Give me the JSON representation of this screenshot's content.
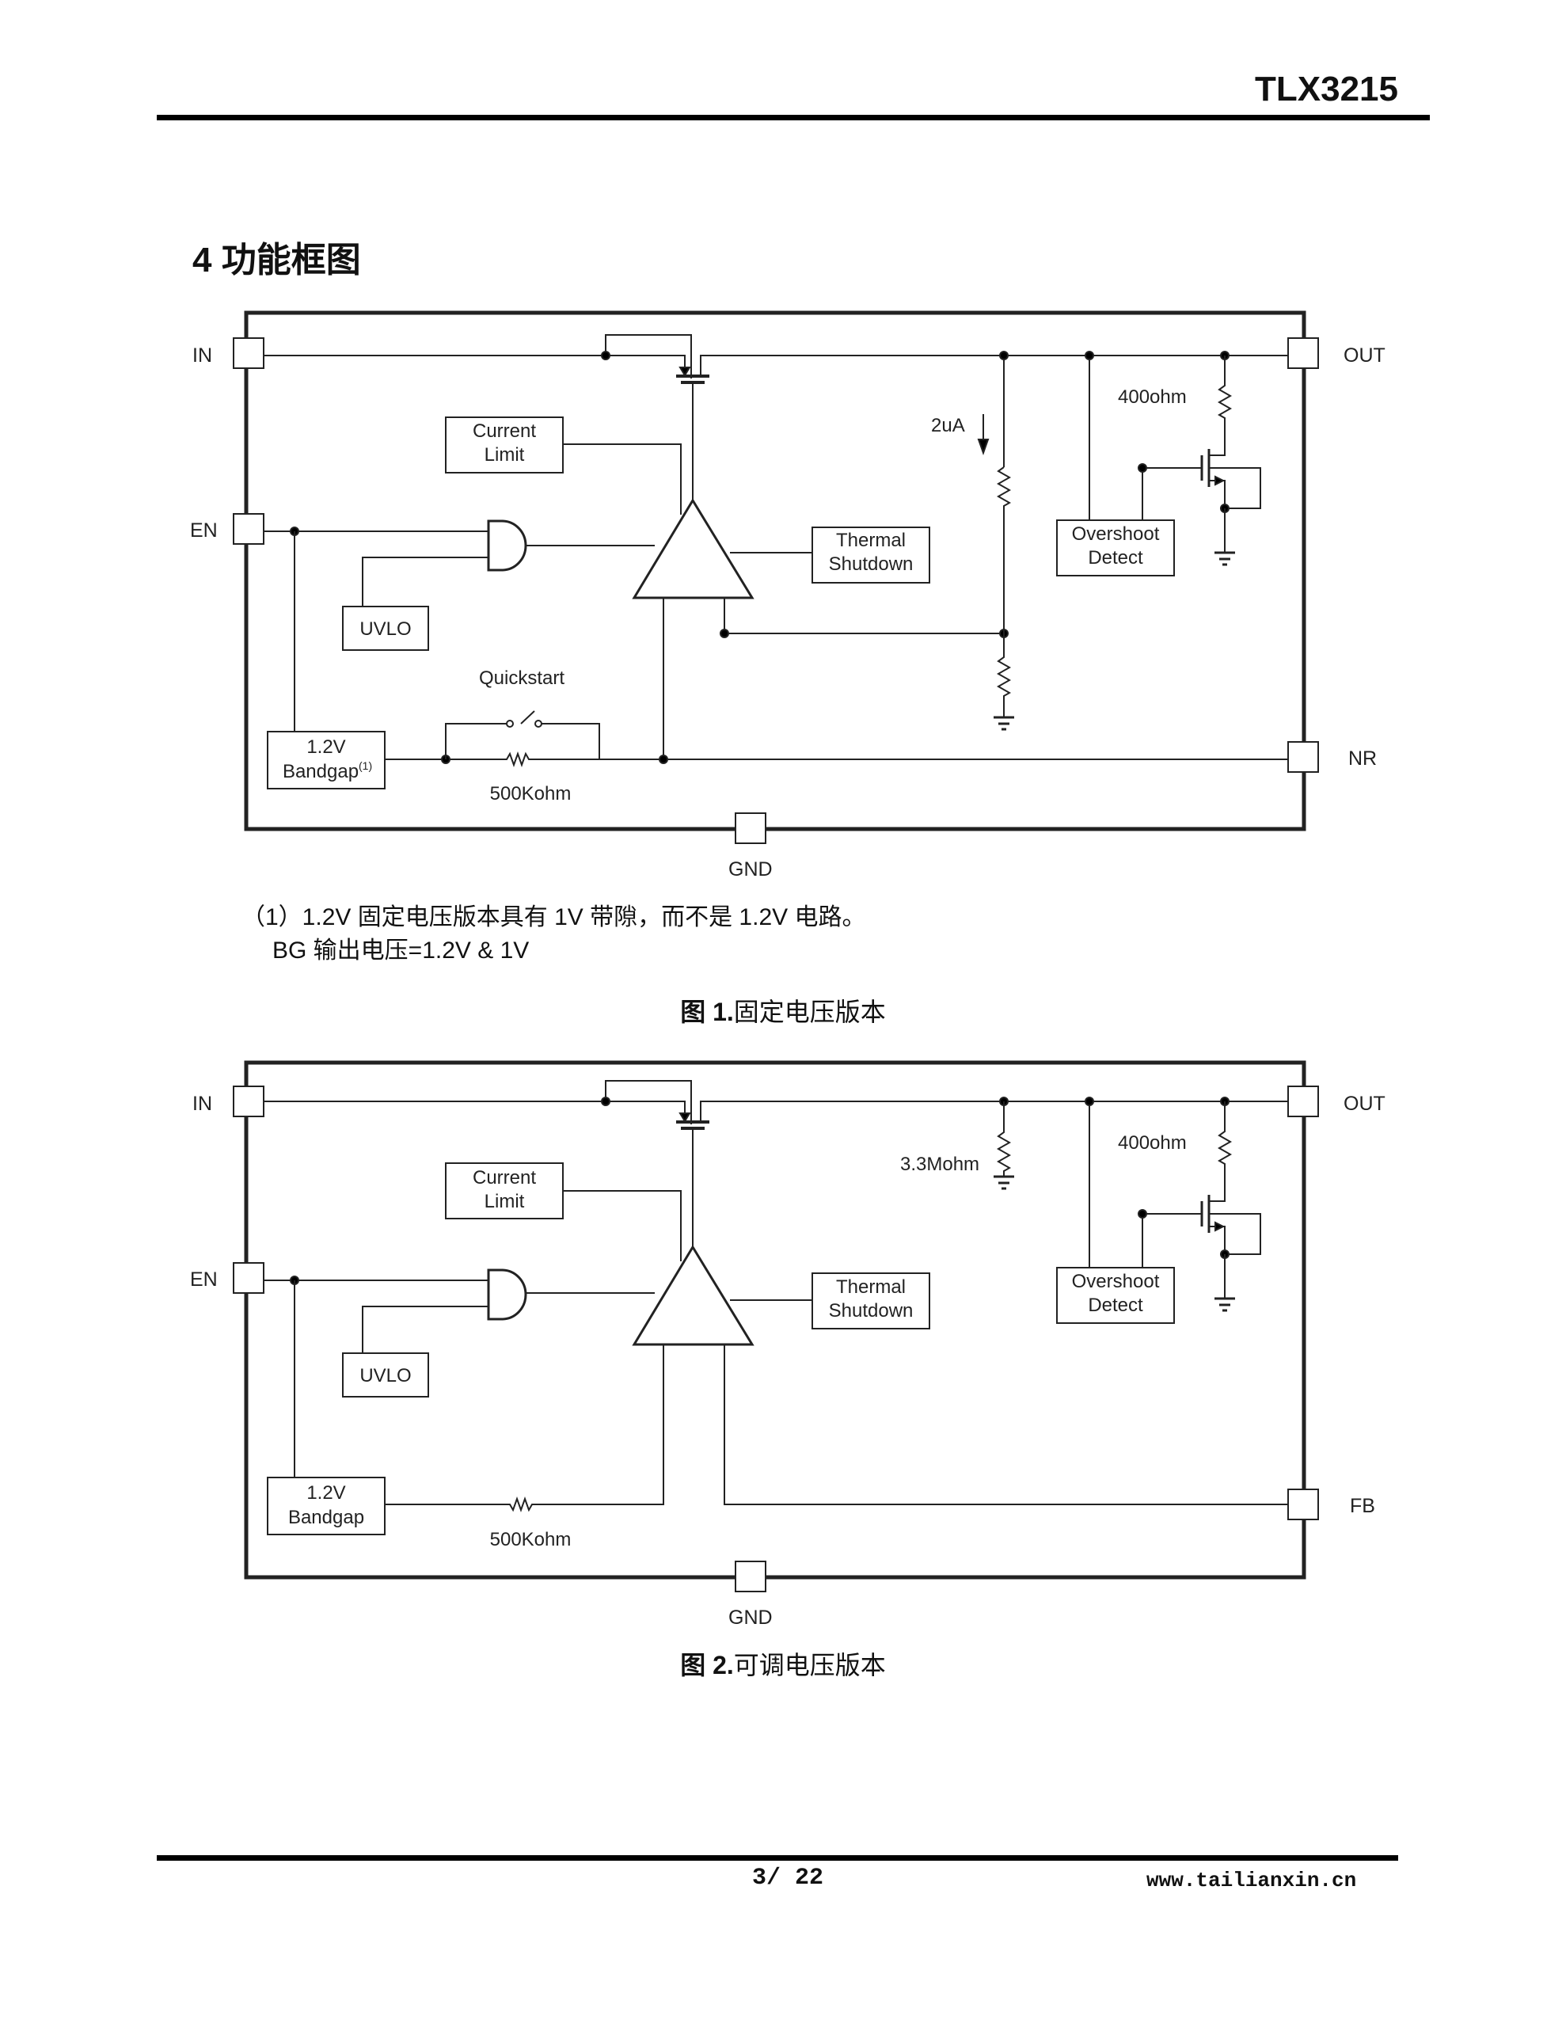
{
  "header": {
    "title": "TLX3215"
  },
  "section": {
    "number": "4",
    "title": "功能框图"
  },
  "figure1": {
    "pins": {
      "in": "IN",
      "en": "EN",
      "out": "OUT",
      "nr": "NR",
      "gnd": "GND"
    },
    "blocks": {
      "current_limit": [
        "Current",
        "Limit"
      ],
      "uvlo": "UVLO",
      "thermal_shutdown": [
        "Thermal",
        "Shutdown"
      ],
      "overshoot_detect": [
        "Overshoot",
        "Detect"
      ],
      "bandgap": [
        "1.2V",
        "Bandgap"
      ],
      "bandgap_footnote": "(1)"
    },
    "labels": {
      "current_source": "2uA",
      "pulldown_resistor": "400ohm",
      "quickstart": "Quickstart",
      "filter_resistor": "500Kohm"
    },
    "notes": [
      "（1）1.2V 固定电压版本具有 1V 带隙，而不是 1.2V 电路。",
      "BG 输出电压=1.2V & 1V"
    ],
    "caption_prefix": "图 1.",
    "caption_text": "固定电压版本"
  },
  "figure2": {
    "pins": {
      "in": "IN",
      "en": "EN",
      "out": "OUT",
      "fb": "FB",
      "gnd": "GND"
    },
    "blocks": {
      "current_limit": [
        "Current",
        "Limit"
      ],
      "uvlo": "UVLO",
      "thermal_shutdown": [
        "Thermal",
        "Shutdown"
      ],
      "overshoot_detect": [
        "Overshoot",
        "Detect"
      ],
      "bandgap": [
        "1.2V",
        "Bandgap"
      ]
    },
    "labels": {
      "output_resistor": "3.3Mohm",
      "pulldown_resistor": "400ohm",
      "filter_resistor": "500Kohm"
    },
    "caption_prefix": "图 2.",
    "caption_text": "可调电压版本"
  },
  "footer": {
    "page": "3/ 22",
    "website": "www.tailianxin.cn"
  }
}
